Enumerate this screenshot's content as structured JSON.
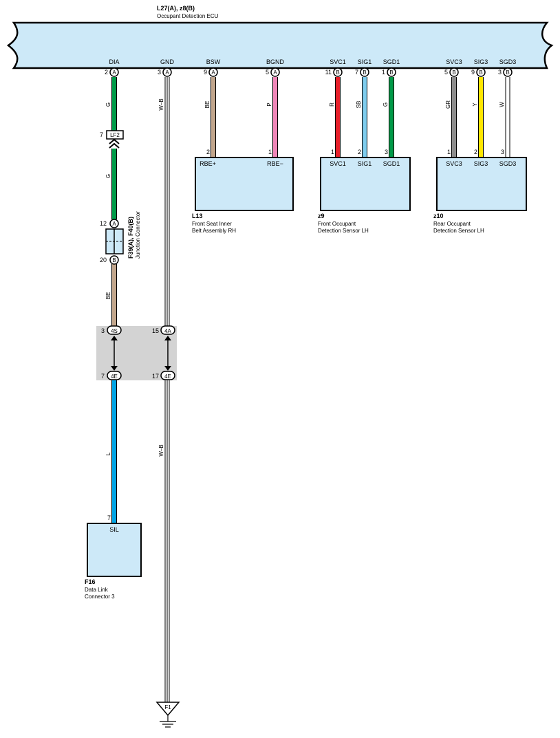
{
  "ecu": {
    "code": "L27(A), z8(B)",
    "name": "Occupant Detection ECU"
  },
  "ecu_pins": [
    {
      "name": "DIA",
      "pin": "2",
      "conn": "A"
    },
    {
      "name": "GND",
      "pin": "3",
      "conn": "A"
    },
    {
      "name": "BSW",
      "pin": "9",
      "conn": "A"
    },
    {
      "name": "BGND",
      "pin": "5",
      "conn": "A"
    },
    {
      "name": "SVC1",
      "pin": "11",
      "conn": "B"
    },
    {
      "name": "SIG1",
      "pin": "7",
      "conn": "B"
    },
    {
      "name": "SGD1",
      "pin": "1",
      "conn": "B"
    },
    {
      "name": "SVC3",
      "pin": "5",
      "conn": "B"
    },
    {
      "name": "SIG3",
      "pin": "9",
      "conn": "B"
    },
    {
      "name": "SGD3",
      "pin": "3",
      "conn": "B"
    }
  ],
  "wires": {
    "dia_top": "G",
    "dia_mid": "G",
    "dia_low": "BE",
    "dia_bottom": "L",
    "gnd_top": "W–B",
    "gnd_bottom": "W–B",
    "bsw": "BE",
    "bgnd": "P",
    "svc1": "R",
    "sig1": "SB",
    "sgd1": "G",
    "svc3": "GR",
    "sig3": "Y",
    "sgd3": "W"
  },
  "colors": {
    "G": "#009a48",
    "BE": "#c2a68c",
    "L": "#00a3e4",
    "P": "#ef86b8",
    "R": "#e8202a",
    "SB": "#7fcdee",
    "GR": "#8c8c8c",
    "Y": "#ffe600",
    "ecu_fill": "#cde9f8",
    "junction_fill": "#d3d3d3"
  },
  "lf2": {
    "pin": "7",
    "label": "LF2"
  },
  "junction": {
    "code": "F39(A), F40(B)",
    "name": "Junction Connector",
    "pin_top": "12",
    "conn_top": "A",
    "pin_bottom": "20",
    "conn_bottom": "B"
  },
  "inline": {
    "dia_top_pin": "3",
    "dia_top_label": "4S",
    "gnd_top_pin": "15",
    "gnd_top_label": "4A",
    "dia_bottom_pin": "7",
    "dia_bottom_label": "4E",
    "gnd_bottom_pin": "17",
    "gnd_bottom_label": "4E"
  },
  "l13": {
    "code": "L13",
    "line1": "Front Seat Inner",
    "line2": "Belt Assembly RH",
    "pin_a": "2",
    "label_a": "RBE+",
    "pin_b": "1",
    "label_b": "RBE−"
  },
  "z9": {
    "code": "z9",
    "line1": "Front Occupant",
    "line2": "Detection Sensor LH",
    "pins": [
      "1",
      "2",
      "3"
    ],
    "labels": [
      "SVC1",
      "SIG1",
      "SGD1"
    ]
  },
  "z10": {
    "code": "z10",
    "line1": "Rear Occupant",
    "line2": "Detection Sensor LH",
    "pins": [
      "1",
      "2",
      "3"
    ],
    "labels": [
      "SVC3",
      "SIG3",
      "SGD3"
    ]
  },
  "f16": {
    "code": "F16",
    "line1": "Data Link",
    "line2": "Connector 3",
    "pin": "7",
    "label": "SIL"
  },
  "ground": {
    "label": "F1"
  }
}
